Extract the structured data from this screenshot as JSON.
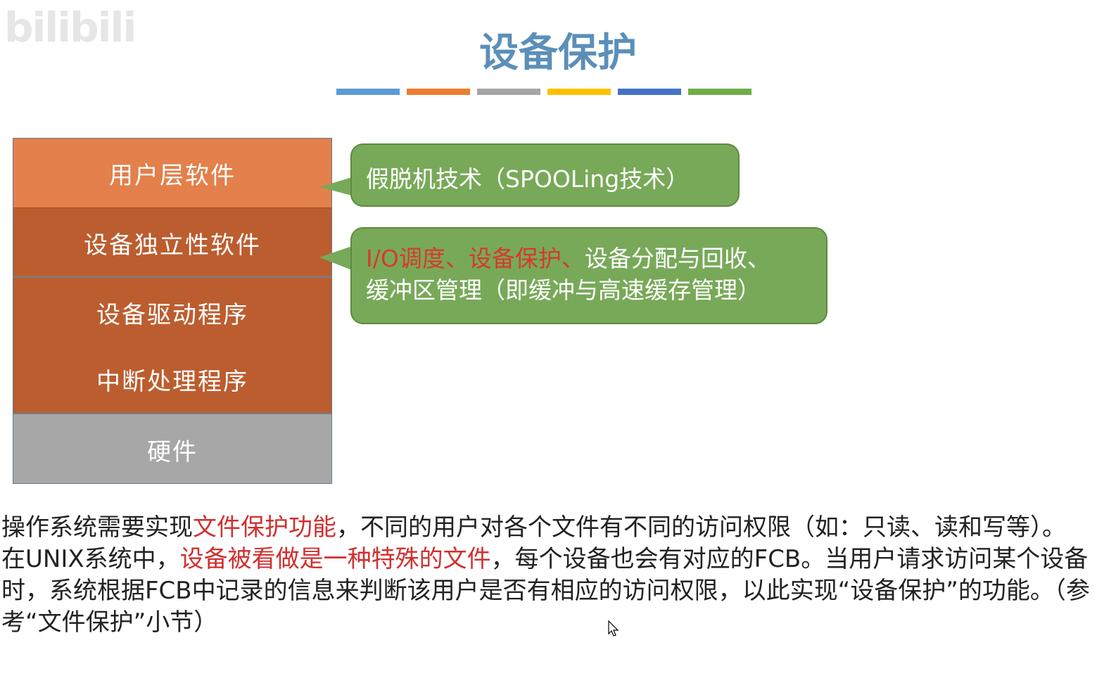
{
  "watermark": "bilibili",
  "title": "设备保护",
  "colors": {
    "title": "#5b8fb9",
    "bars": [
      "#5b9bd5",
      "#ed7d31",
      "#a5a5a5",
      "#ffc000",
      "#4472c4",
      "#70ad47"
    ],
    "user_layer": "#e3804b",
    "system_layers": "#bc5d2f",
    "hardware_layer": "#a8a7a7",
    "callout": "#78a959",
    "highlight": "#d0302f"
  },
  "layers": {
    "user": "用户层软件",
    "independent": "设备独立性软件",
    "driver": "设备驱动程序",
    "interrupt": "中断处理程序",
    "hardware": "硬件"
  },
  "callouts": {
    "spooling": "假脱机技术（SPOOLing技术）",
    "io_sched": "I/O调度、",
    "dev_protect": "设备保护",
    "sep": "、",
    "alloc": "设备分配与回收、",
    "buffer": "缓冲区管理（即缓冲与高速缓存管理）"
  },
  "paragraph1": {
    "a": "操作系统需要实现",
    "b": "文件保护功能",
    "c": "，不同的用户对各个文件有不同的访问权限（如：只读、读和写等）。"
  },
  "paragraph2": {
    "a": "在UNIX系统中，",
    "b": "设备被看做是一种特殊的文件",
    "c": "，每个设备也会有对应的FCB。当用户请求访问某个设备时，系统根据FCB中记录的信息来判断该用户是否有相应的访问权限，以此实现“设备保护”的功能。（参考“文件保护”小节）"
  }
}
